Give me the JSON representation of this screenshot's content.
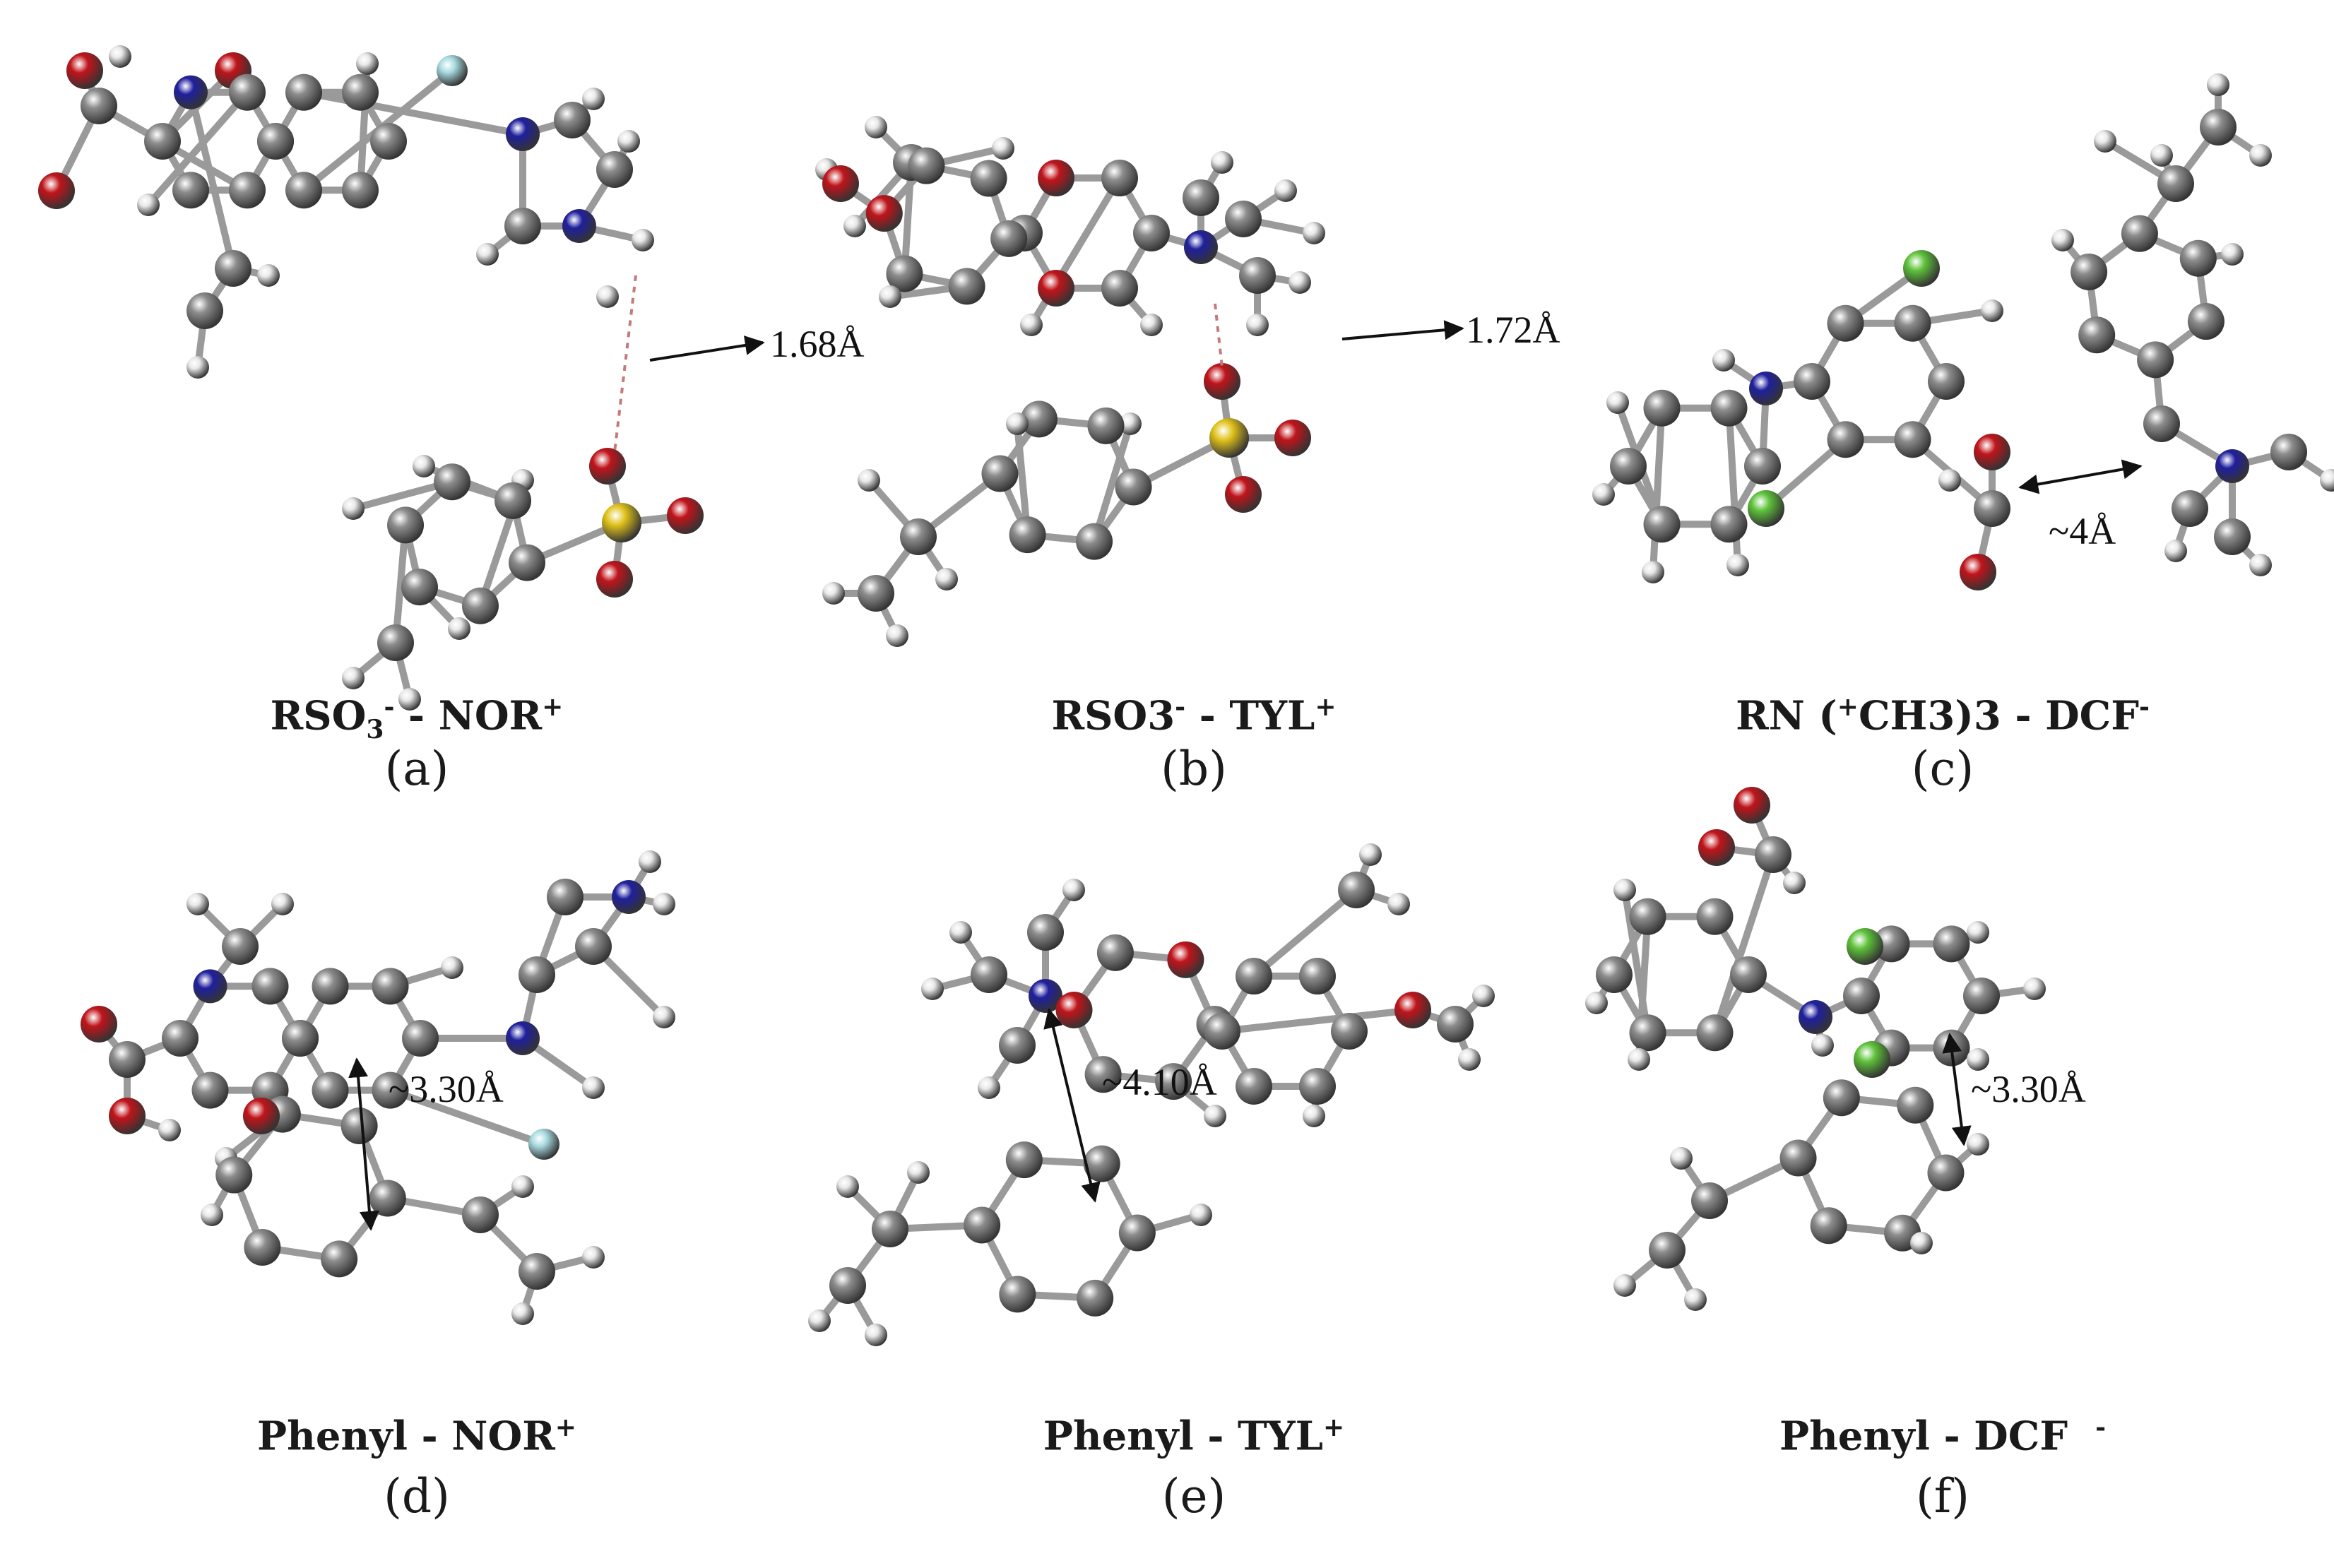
{
  "panels": [
    {
      "id": "a",
      "letter": "(a)",
      "name": "RSO",
      "name_sub": "3",
      "name_sup1": "-",
      "name_rest": " - NOR",
      "name_sup2": "+",
      "distance": "1.68Å"
    },
    {
      "id": "b",
      "letter": "(b)",
      "name": "RSO3",
      "name_sub": "",
      "name_sup1": "-",
      "name_rest": " - TYL",
      "name_sup2": "+",
      "distance": "1.72Å"
    },
    {
      "id": "c",
      "letter": "(c)",
      "name": "RN (",
      "name_sub": "",
      "name_sup1": "+",
      "name_rest": "CH3)3 - DCF",
      "name_sup2": "-",
      "distance": "~4Å"
    },
    {
      "id": "d",
      "letter": "(d)",
      "name": "Phenyl - NOR",
      "name_sub": "",
      "name_sup1": "",
      "name_rest": "",
      "name_sup2": "+",
      "distance": "~3.30Å"
    },
    {
      "id": "e",
      "letter": "(e)",
      "name": "Phenyl - TYL",
      "name_sub": "",
      "name_sup1": "",
      "name_rest": "",
      "name_sup2": "+",
      "distance": "~4.10Å"
    },
    {
      "id": "f",
      "letter": "(f)",
      "name": "Phenyl - DCF",
      "name_sub": "",
      "name_sup1": "",
      "name_rest": "",
      "name_sup2": "-",
      "distance": "~3.30Å"
    }
  ],
  "atom_colors": {
    "carbon": "#8c8c8c",
    "hydrogen": "#e8e8e8",
    "oxygen": "#c0141a",
    "nitrogen": "#1f1f9e",
    "sulfur": "#e0c21a",
    "fluorine": "#a7dbe0",
    "chlorine": "#5ec23a"
  }
}
